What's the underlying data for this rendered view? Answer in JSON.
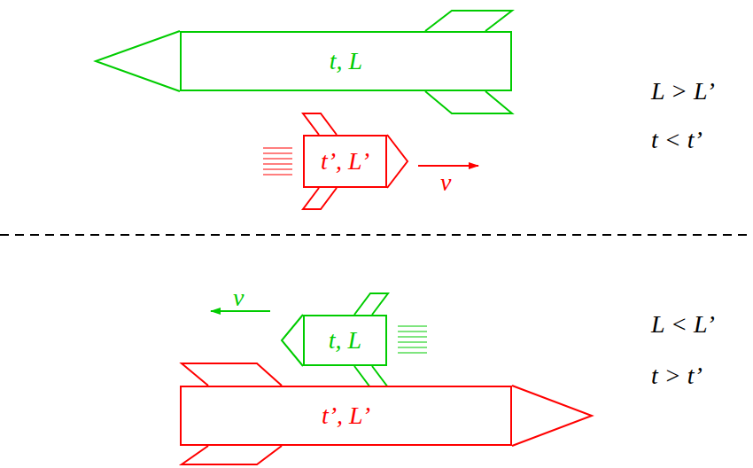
{
  "diagram": {
    "nodes": [
      {
        "text": [
          "t, L"
        ]
      },
      {
        "text": [
          "t’, L’"
        ]
      },
      {
        "text": [
          "t, L"
        ]
      },
      {
        "text": [
          "t’, L’"
        ]
      }
    ],
    "labels": [
      "v",
      "L > L’",
      "t < t’",
      "v",
      "L < L’",
      "t > t’"
    ]
  }
}
